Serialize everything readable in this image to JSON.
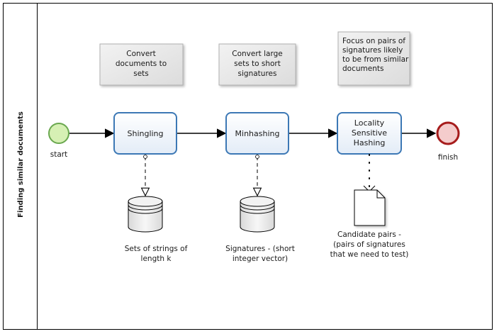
{
  "pool": {
    "lane_title": "Finding similar  documents"
  },
  "events": {
    "start": {
      "label": "start",
      "fill": "#d6f0b4",
      "stroke": "#6aa84f"
    },
    "end": {
      "label": "finish",
      "fill": "#f4cccc",
      "stroke": "#a61c1c"
    }
  },
  "tasks": [
    {
      "lines": [
        "Shingling"
      ]
    },
    {
      "lines": [
        "Minhashing"
      ]
    },
    {
      "lines": [
        "Locality",
        "Sensitive",
        "Hashing"
      ]
    }
  ],
  "annotations": [
    {
      "lines": [
        "Convert",
        "documents to",
        "sets"
      ]
    },
    {
      "lines": [
        "Convert large",
        "sets to short",
        "signatures"
      ]
    },
    {
      "lines": [
        "Focus on pairs of",
        "signatures likely",
        "to be from similar",
        "documents"
      ]
    }
  ],
  "data_stores": [
    {
      "lines": [
        "Sets of strings of",
        "length k"
      ]
    },
    {
      "lines": [
        "Signatures - (short",
        "integer vector)"
      ]
    }
  ],
  "data_object": {
    "lines": [
      "Candidate pairs -",
      "(pairs  of signatures",
      "that we need to test)"
    ]
  },
  "colors": {
    "task_stroke": "#3c78b5",
    "task_fill": "#ffffff",
    "task_fill_grad": "#e6eef8",
    "note_fill": "#e6e6e6",
    "note_stroke": "#aaaaaa",
    "store_fill": "#ebebeb",
    "line": "#000000"
  }
}
